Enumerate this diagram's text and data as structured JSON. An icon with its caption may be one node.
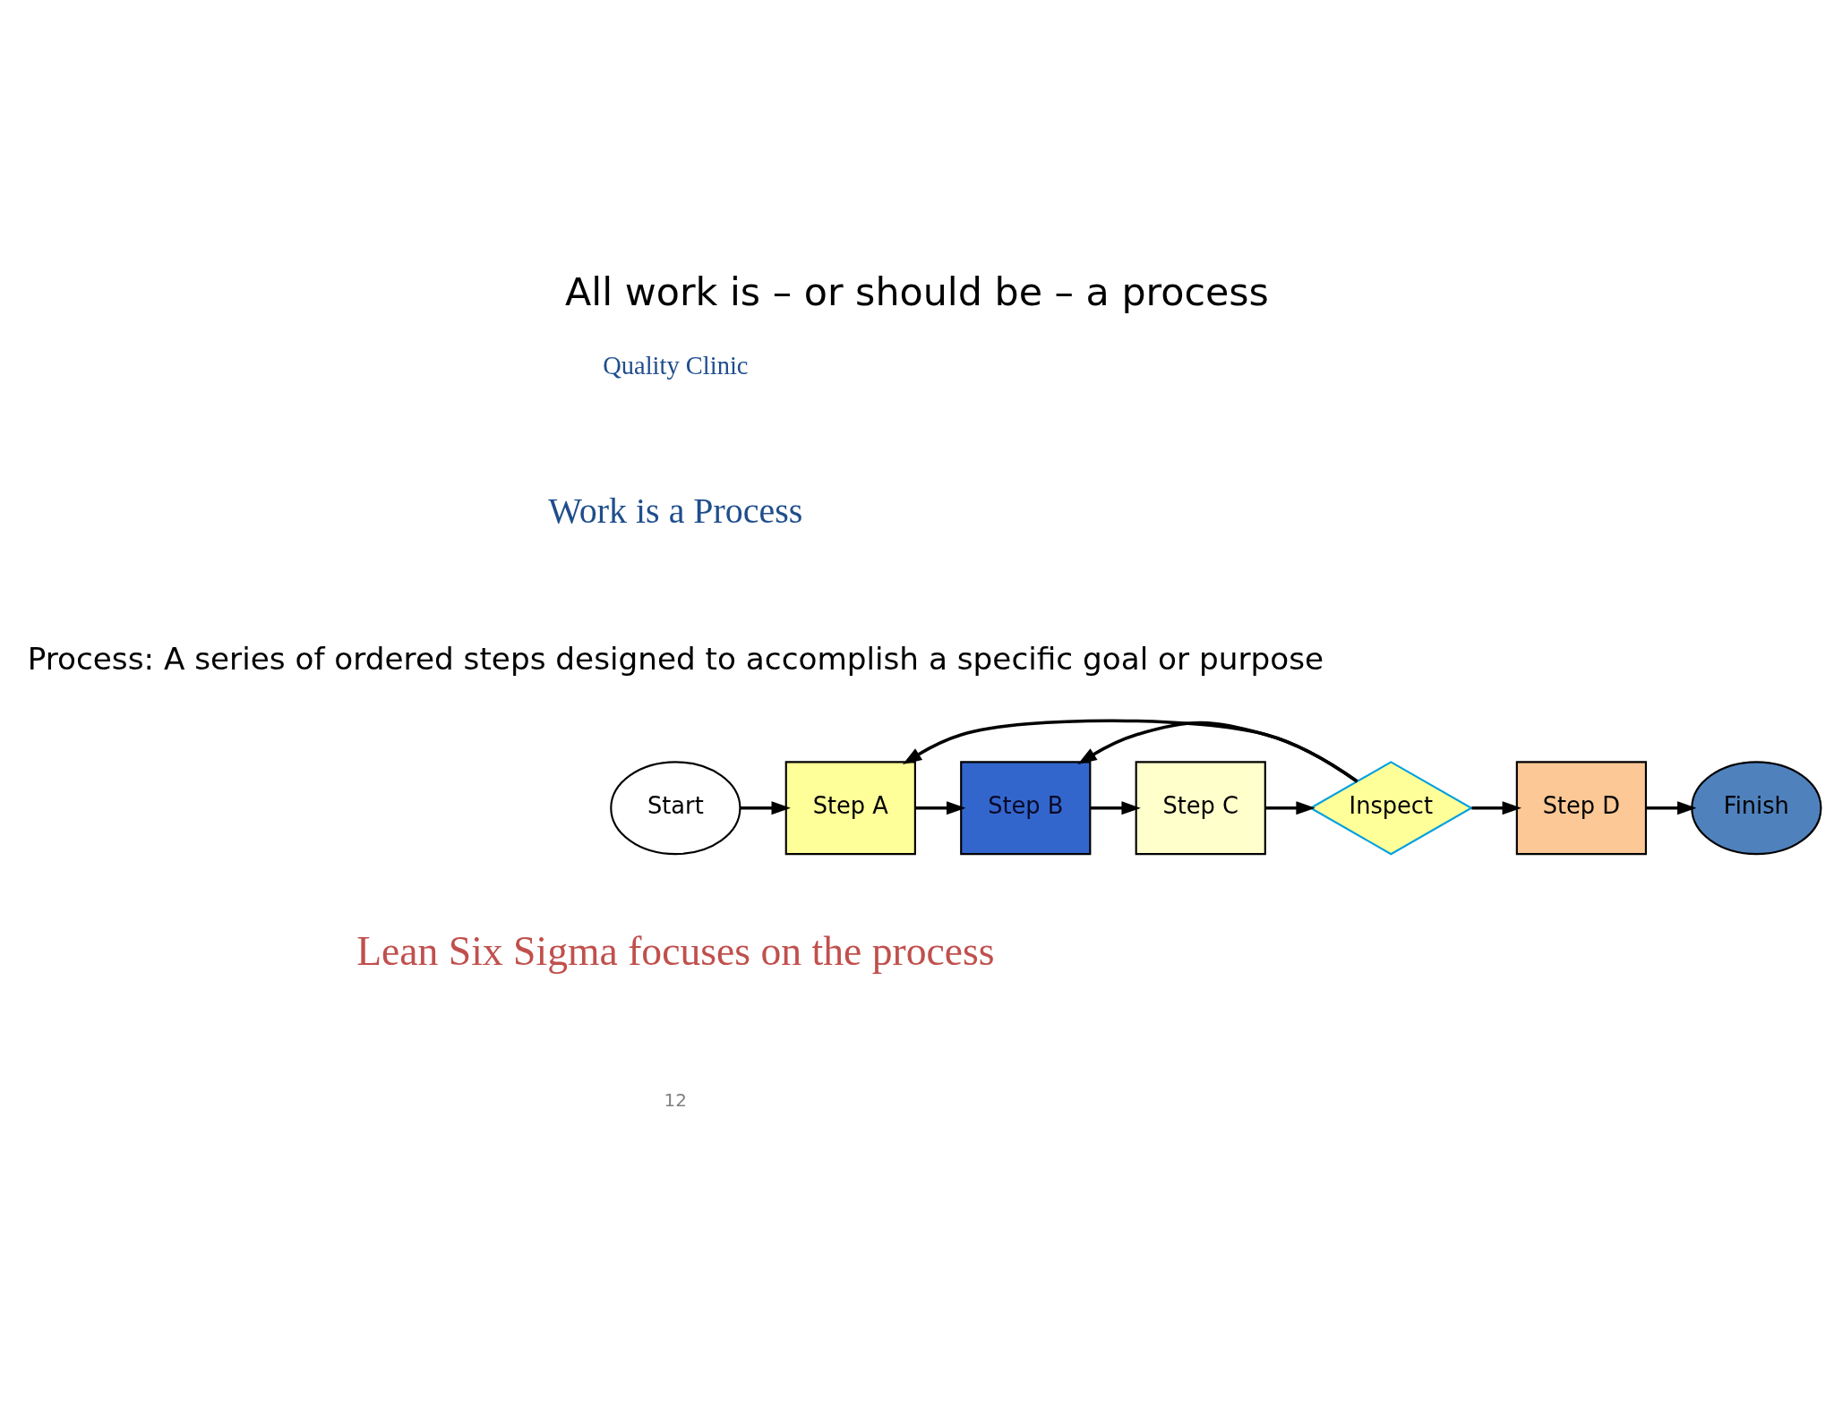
{
  "diagram": {
    "title": "All work is – or should be – a process",
    "nodes": [
      {
        "text": [
          "Start"
        ]
      },
      {
        "text": [
          "Step A"
        ]
      },
      {
        "text": [
          "Step B"
        ]
      },
      {
        "text": [
          "Step C"
        ]
      },
      {
        "text": [
          "Inspect"
        ]
      },
      {
        "text": [
          "Step D"
        ]
      },
      {
        "text": [
          "Finish"
        ]
      }
    ],
    "edges": [
      {
        "from": 0,
        "to": 1,
        "arrow": "to"
      },
      {
        "from": 1,
        "to": 2,
        "arrow": "to"
      },
      {
        "from": 2,
        "to": 3,
        "arrow": "to"
      },
      {
        "from": 3,
        "to": 4,
        "arrow": "to"
      },
      {
        "from": 4,
        "to": 5,
        "arrow": "to"
      },
      {
        "from": 5,
        "to": 6,
        "arrow": "to"
      },
      {
        "from": 4,
        "to": 1,
        "arrow": "to"
      },
      {
        "from": 4,
        "to": 2,
        "arrow": "to"
      }
    ],
    "labels": [
      "Quality Clinic",
      "Work is a Process",
      "Process: A series of ordered steps designed to accomplish a specific goal or purpose",
      "Lean Six Sigma focuses on the process",
      "12"
    ]
  }
}
